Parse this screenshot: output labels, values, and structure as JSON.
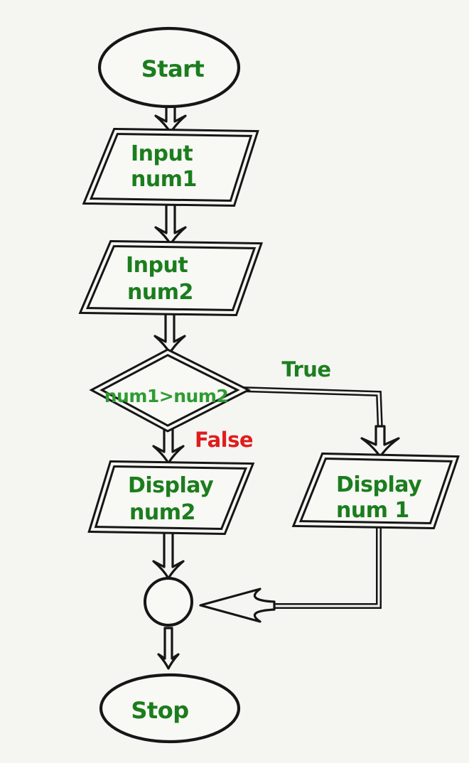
{
  "colors": {
    "label_green": "#1b7d1d",
    "condition_green": "#2e9c31",
    "true_green": "#1c7f1e",
    "false_red": "#df1d1d",
    "line_black": "#161616",
    "background": "#f5f5f2"
  },
  "flowchart": {
    "nodes": {
      "start": {
        "type": "terminator",
        "label": "Start"
      },
      "input_num1": {
        "type": "input",
        "line1": "Input",
        "line2": "num1"
      },
      "input_num2": {
        "type": "input",
        "line1": "Input",
        "line2": "num2"
      },
      "decision": {
        "type": "decision",
        "condition": "num1>num2"
      },
      "display_num1": {
        "type": "output",
        "line1": "Display",
        "line2": "num 1"
      },
      "display_num2": {
        "type": "output",
        "line1": "Display",
        "line2": "num2"
      },
      "connector": {
        "type": "junction"
      },
      "stop": {
        "type": "terminator",
        "label": "Stop"
      }
    },
    "branches": {
      "true_label": "True",
      "false_label": "False"
    }
  }
}
